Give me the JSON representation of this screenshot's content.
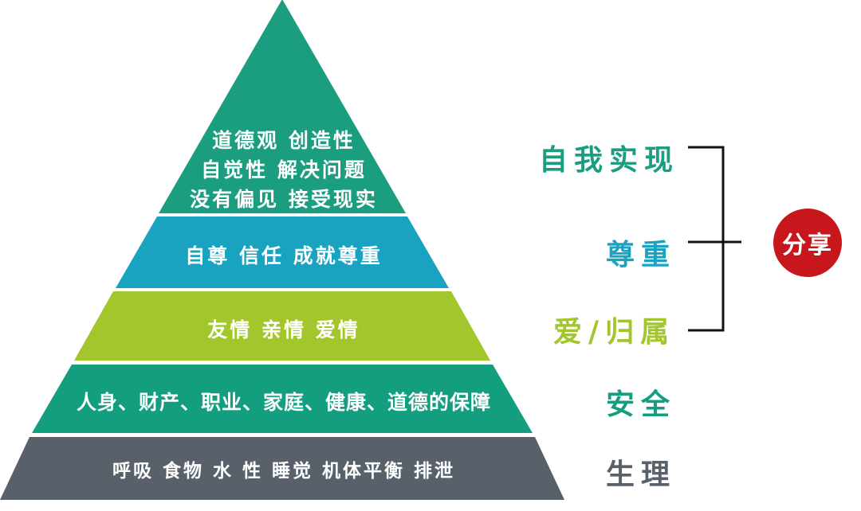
{
  "colors": {
    "self_actualization": "#1a9e7f",
    "esteem": "#1aa3c0",
    "love_belonging": "#a3c62c",
    "safety": "#139e80",
    "physiological": "#58616a",
    "bracket": "#111111",
    "badge": "#c8161d"
  },
  "pyramid": {
    "levels": [
      {
        "id": "self_actualization",
        "lines": [
          "道德观 创造性",
          "自觉性 解决问题",
          "没有偏见 接受现实"
        ]
      },
      {
        "id": "esteem",
        "lines": [
          "自尊 信任 成就尊重"
        ]
      },
      {
        "id": "love_belonging",
        "lines": [
          "友情 亲情 爱情"
        ]
      },
      {
        "id": "safety",
        "lines": [
          "人身、财产、职业、家庭、健康、道德的保障"
        ]
      },
      {
        "id": "physiological",
        "lines": [
          "呼吸 食物 水 性 睡觉 机体平衡 排泄"
        ]
      }
    ]
  },
  "labels": {
    "self_actualization": "自我实现",
    "esteem": "尊重",
    "love_belonging": "爱/归属",
    "safety": "安全",
    "physiological": "生理"
  },
  "badge": {
    "text": "分享"
  }
}
